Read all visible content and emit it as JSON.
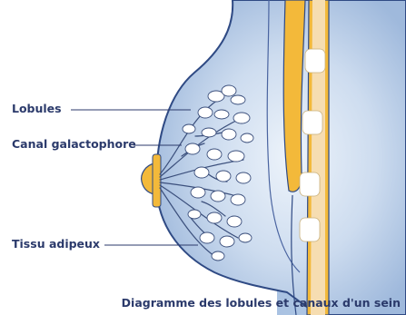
{
  "labels": {
    "lobules": "Lobules",
    "canal": "Canal galactophore",
    "tissu": "Tissu adipeux"
  },
  "caption": "Diagramme des lobules et canaux d'un sein",
  "colors": {
    "tissue_fill": "#b9cde6",
    "tissue_outline": "#2f4a84",
    "muscle": "#f3b93a",
    "rib_core": "#f6ddb1",
    "duct": "#3b4f7c",
    "label_text": "#2b3a6b"
  }
}
